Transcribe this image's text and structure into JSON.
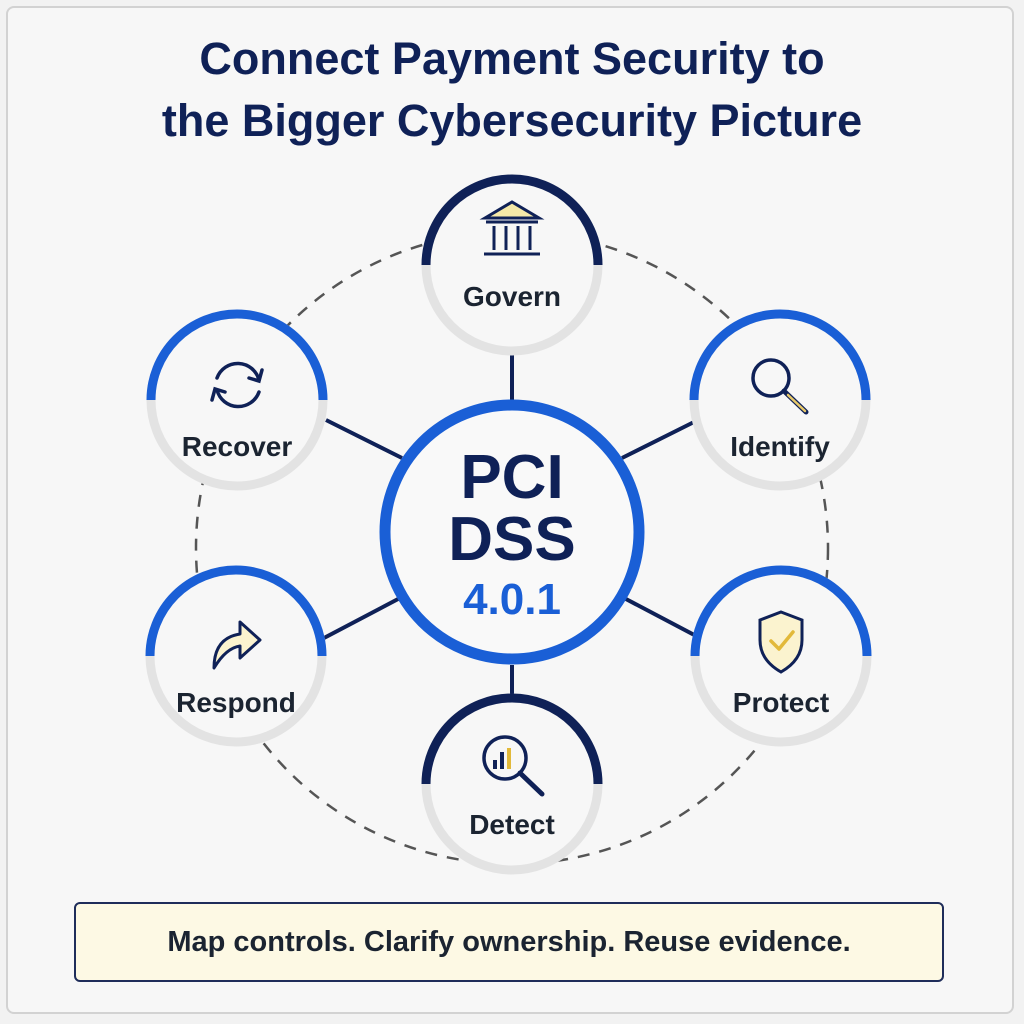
{
  "title": {
    "line1": "Connect Payment Security to",
    "line2": "the Bigger Cybersecurity Picture"
  },
  "center": {
    "line1": "PCI",
    "line2": "DSS",
    "version": "4.0.1"
  },
  "nodes": [
    {
      "label": "Govern",
      "icon": "building-icon",
      "accent": "#0f2157"
    },
    {
      "label": "Identify",
      "icon": "magnifier-icon",
      "accent": "#1a5fd6"
    },
    {
      "label": "Protect",
      "icon": "shield-check-icon",
      "accent": "#1a5fd6"
    },
    {
      "label": "Detect",
      "icon": "chart-magnifier-icon",
      "accent": "#0f2157"
    },
    {
      "label": "Respond",
      "icon": "arrow-redirect-icon",
      "accent": "#1a5fd6"
    },
    {
      "label": "Recover",
      "icon": "refresh-cycle-icon",
      "accent": "#1a5fd6"
    }
  ],
  "footer": {
    "text": "Map controls. Clarify ownership. Reuse evidence."
  },
  "colors": {
    "navy": "#0f2157",
    "blue": "#1a5fd6",
    "yellow": "#f5e9a8",
    "callout_bg": "#fdf9e4"
  }
}
